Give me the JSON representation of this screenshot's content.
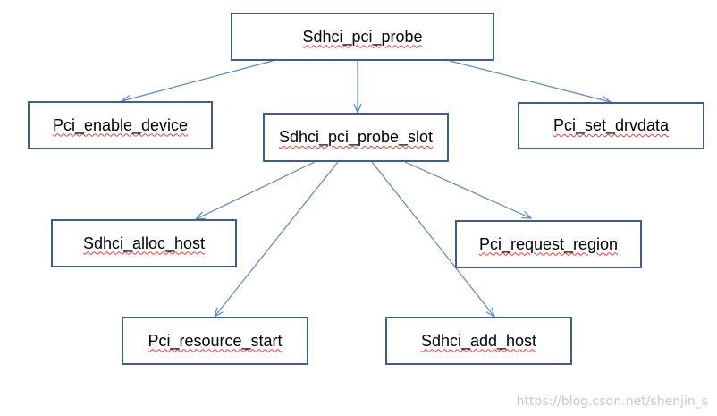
{
  "diagram": {
    "nodes": [
      {
        "id": "probe",
        "label": "Sdhci_pci_probe"
      },
      {
        "id": "enable",
        "label": "Pci_enable_device"
      },
      {
        "id": "slot",
        "label": "Sdhci_pci_probe_slot"
      },
      {
        "id": "drvdata",
        "label": "Pci_set_drvdata"
      },
      {
        "id": "alloc",
        "label": "Sdhci_alloc_host"
      },
      {
        "id": "region",
        "label": "Pci_request_region"
      },
      {
        "id": "resource",
        "label": "Pci_resource_start"
      },
      {
        "id": "add",
        "label": "Sdhci_add_host"
      }
    ],
    "edges": [
      {
        "from": "probe",
        "to": "enable"
      },
      {
        "from": "probe",
        "to": "slot"
      },
      {
        "from": "probe",
        "to": "drvdata"
      },
      {
        "from": "slot",
        "to": "alloc"
      },
      {
        "from": "slot",
        "to": "resource"
      },
      {
        "from": "slot",
        "to": "add"
      },
      {
        "from": "slot",
        "to": "region"
      }
    ],
    "colors": {
      "border": "#3f5f86",
      "edge": "#5b86b8",
      "spellcheck": "#e04040"
    }
  },
  "watermark": "https://blog.csdn.net/shenjin_s"
}
